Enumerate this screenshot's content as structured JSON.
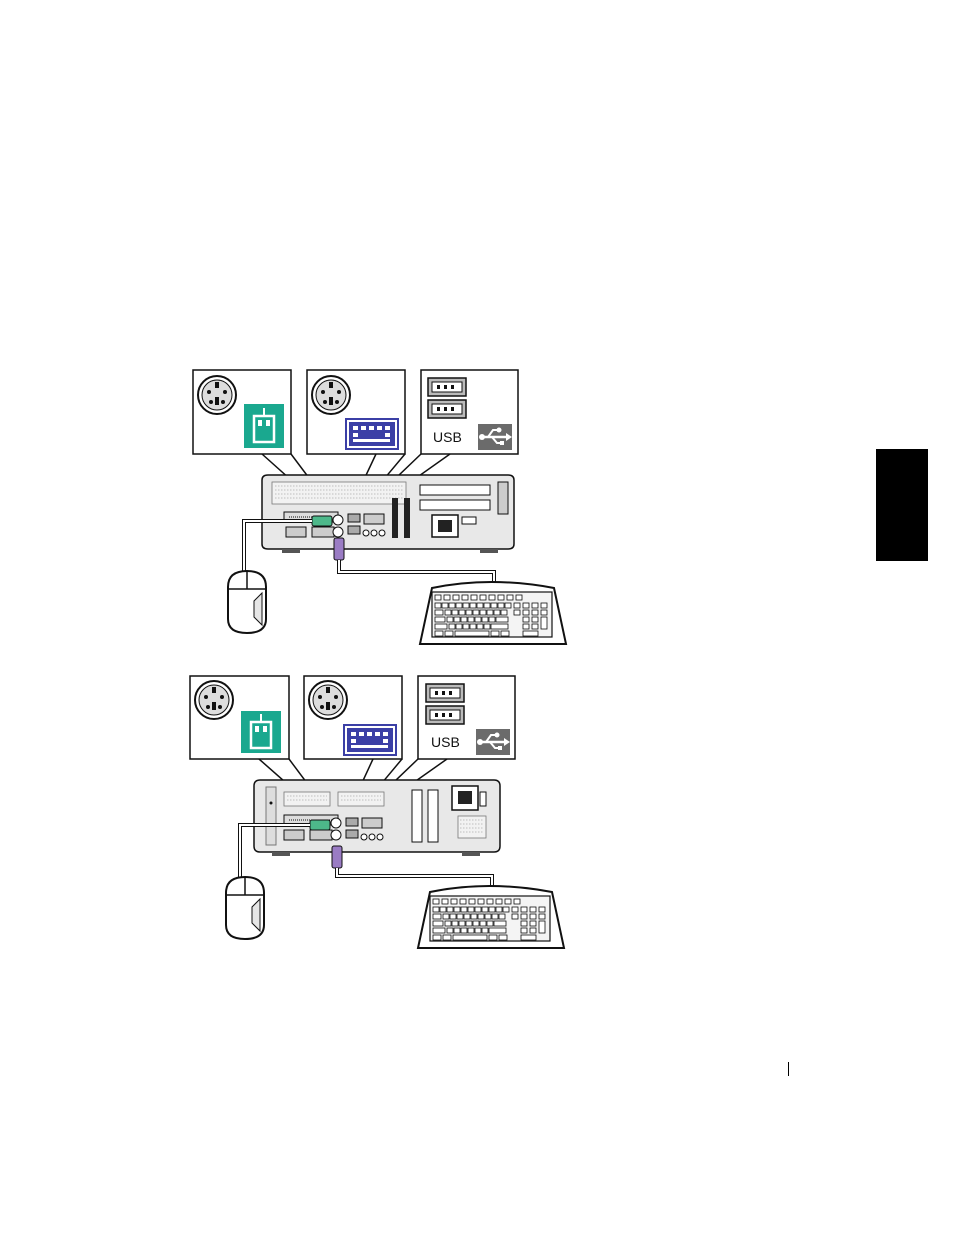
{
  "figures": [
    {
      "id": "small-desktop",
      "callouts": [
        {
          "name": "mouse-port",
          "icon": "mouse-icon",
          "color": "#1aa88f"
        },
        {
          "name": "keyboard-port",
          "icon": "keyboard-icon",
          "color": "#3b3fa6"
        },
        {
          "name": "usb-ports",
          "label": "USB",
          "icon": "usb-symbol-icon",
          "color": "#6b6b6b"
        }
      ]
    },
    {
      "id": "desktop",
      "callouts": [
        {
          "name": "mouse-port",
          "icon": "mouse-icon",
          "color": "#1aa88f"
        },
        {
          "name": "keyboard-port",
          "icon": "keyboard-icon",
          "color": "#3b3fa6"
        },
        {
          "name": "usb-ports",
          "label": "USB",
          "icon": "usb-symbol-icon",
          "color": "#6b6b6b"
        }
      ]
    }
  ],
  "colors": {
    "mouse": "#1aa88f",
    "keyboard": "#3b3fa6",
    "usb": "#6b6b6b",
    "plug_green": "#4db88a",
    "plug_purple": "#9a7cc4"
  }
}
